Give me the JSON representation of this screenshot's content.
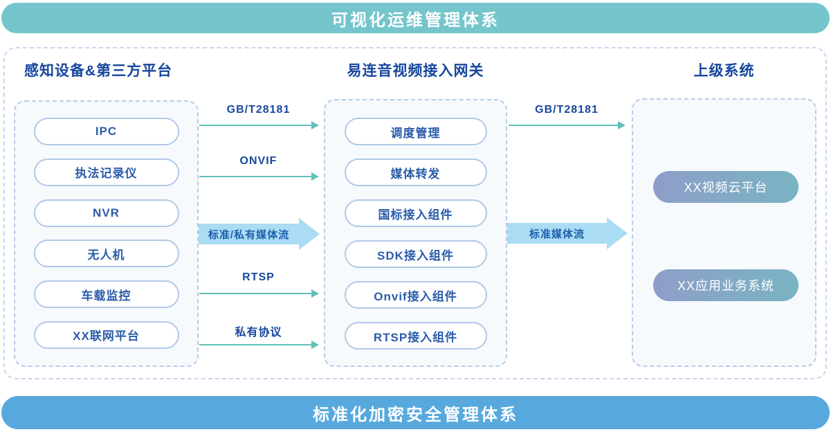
{
  "banners": {
    "top": "可视化运维管理体系",
    "bottom": "标准化加密安全管理体系"
  },
  "columns": {
    "devices": {
      "title": "感知设备&第三方平台",
      "items": [
        "IPC",
        "执法记录仪",
        "NVR",
        "无人机",
        "车载监控",
        "XX联网平台"
      ]
    },
    "gateway": {
      "title": "易连音视频接入网关",
      "items": [
        "调度管理",
        "媒体转发",
        "国标接入组件",
        "SDK接入组件",
        "Onvif接入组件",
        "RTSP接入组件"
      ]
    },
    "upper": {
      "title": "上级系统",
      "items": [
        "XX视频云平台",
        "XX应用业务系统"
      ]
    }
  },
  "flows_left": {
    "arrows": [
      "GB/T28181",
      "ONVIF",
      "RTSP",
      "私有协议"
    ],
    "big_arrow": "标准/私有媒体流"
  },
  "flows_right": {
    "arrows": [
      "GB/T28181"
    ],
    "big_arrow": "标准媒体流"
  },
  "colors": {
    "top_banner": "#74c5cc",
    "bottom_banner": "#57a9dd",
    "thin_arrow": "#5fc1ba",
    "big_arrow_fill": "#aadcf3",
    "big_arrow_text": "#1e5fae",
    "header_text": "#16469d",
    "pill_text": "#2a5caa",
    "pill_border": "#b0c8e8",
    "dashed_border": "#b6cbe8",
    "gradient_pill_start": "#8e9ec9",
    "gradient_pill_end": "#79b4c2"
  }
}
